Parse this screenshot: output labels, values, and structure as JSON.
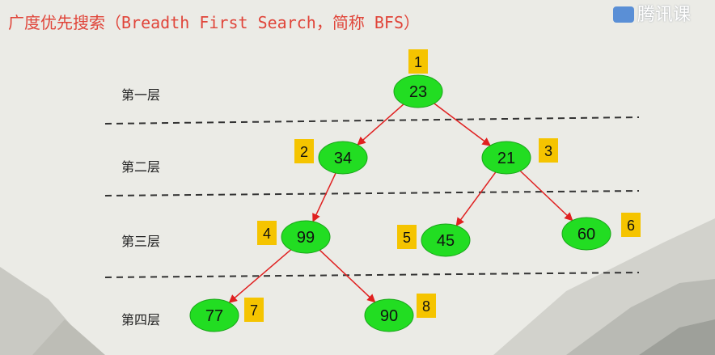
{
  "title": "广度优先搜索（Breadth First Search，简称 BFS）",
  "watermark": "腾讯课",
  "layers": [
    "第一层",
    "第二层",
    "第三层",
    "第四层"
  ],
  "nodes": [
    {
      "value": "23",
      "order": "1"
    },
    {
      "value": "34",
      "order": "2"
    },
    {
      "value": "21",
      "order": "3"
    },
    {
      "value": "99",
      "order": "4"
    },
    {
      "value": "45",
      "order": "5"
    },
    {
      "value": "60",
      "order": "6"
    },
    {
      "value": "77",
      "order": "7"
    },
    {
      "value": "90",
      "order": "8"
    }
  ],
  "edges": [
    [
      "23",
      "34"
    ],
    [
      "23",
      "21"
    ],
    [
      "34",
      "99"
    ],
    [
      "21",
      "45"
    ],
    [
      "21",
      "60"
    ],
    [
      "99",
      "77"
    ],
    [
      "99",
      "90"
    ]
  ],
  "colors": {
    "node_fill": "#22dd22",
    "badge_fill": "#f5c400",
    "edge": "#e02020",
    "title": "#e0453a",
    "separator": "#333333"
  }
}
